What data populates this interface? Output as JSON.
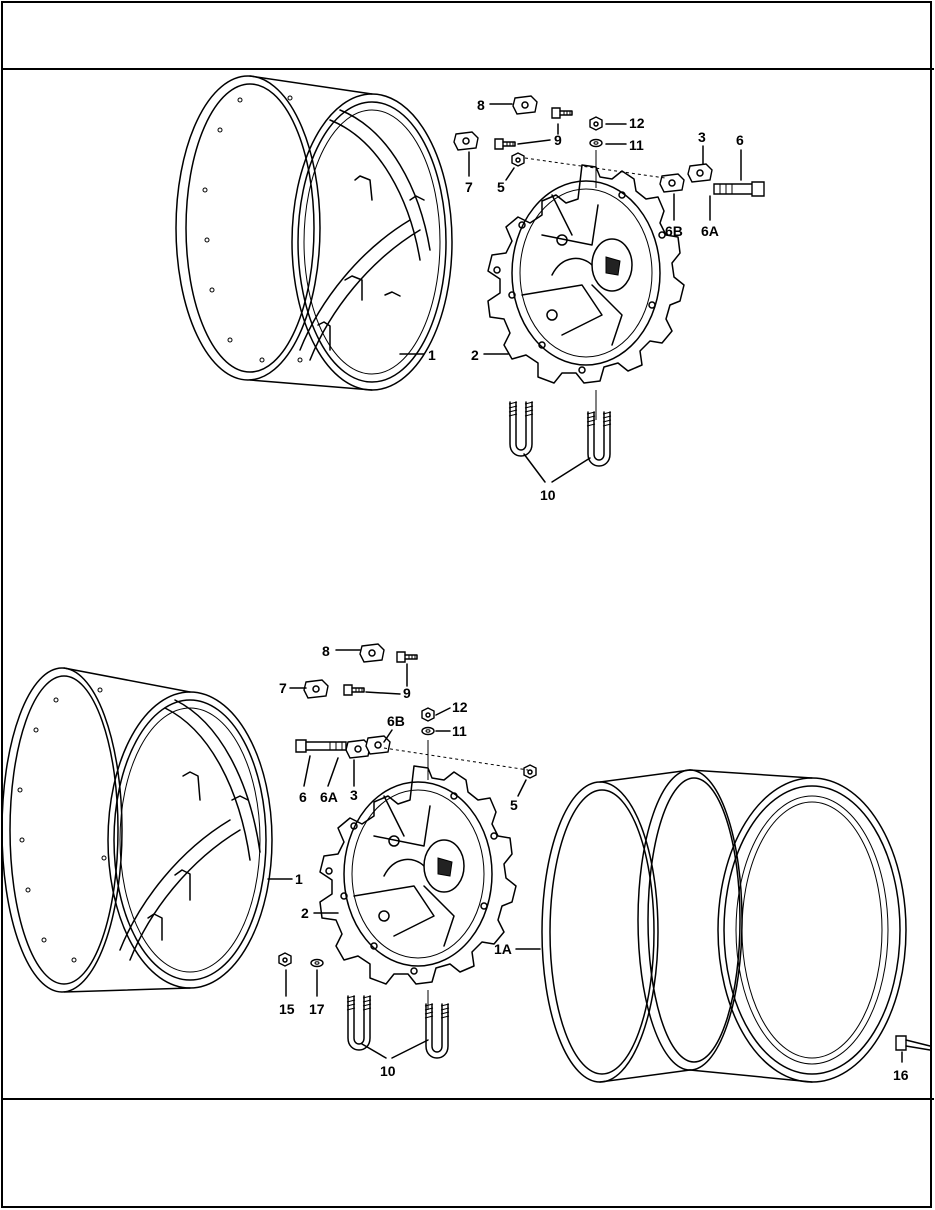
{
  "figure_top": {
    "callouts": [
      "1",
      "2",
      "3",
      "5",
      "6",
      "6A",
      "6B",
      "7",
      "8",
      "9",
      "10",
      "11",
      "12"
    ]
  },
  "figure_bottom": {
    "callouts": [
      "1",
      "1A",
      "2",
      "3",
      "5",
      "6",
      "6A",
      "6B",
      "7",
      "8",
      "9",
      "10",
      "11",
      "12",
      "15",
      "16",
      "17"
    ]
  }
}
